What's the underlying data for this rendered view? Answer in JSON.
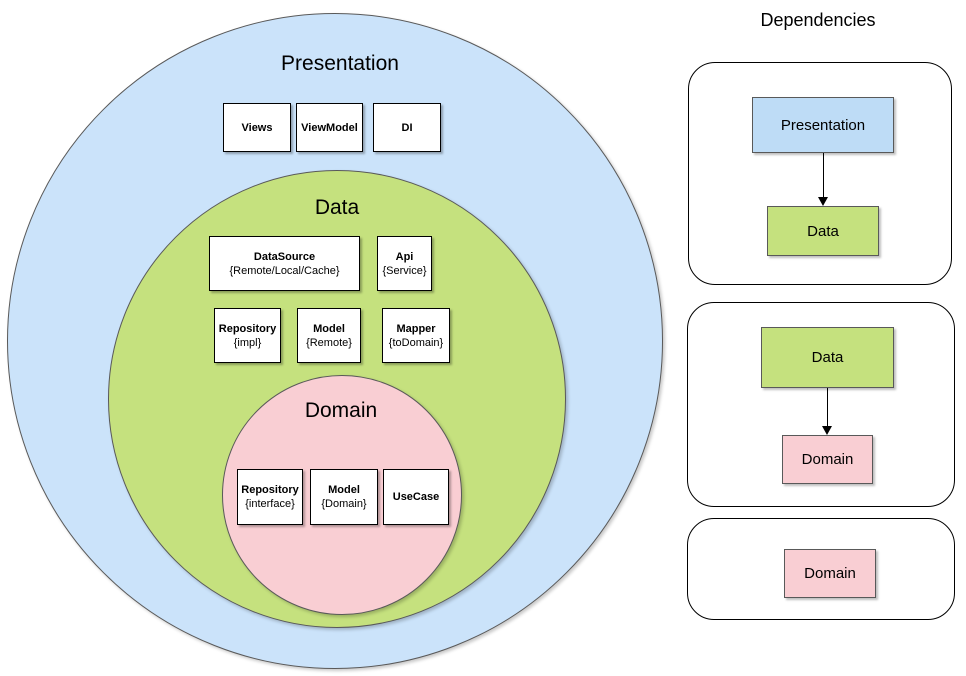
{
  "colors": {
    "presentation_layer": "#CBE3FA",
    "data_layer": "#C5E17E",
    "domain_layer": "#F9CED3",
    "dependency_presentation_box": "#BEDCF6",
    "dependency_data_box": "#C5E17E",
    "dependency_domain_box": "#F9CED3",
    "shape_border": "#595959"
  },
  "diagram": {
    "presentation": {
      "label": "Presentation",
      "boxes": [
        {
          "title": "Views"
        },
        {
          "title": "ViewModel"
        },
        {
          "title": "DI"
        }
      ]
    },
    "data": {
      "label": "Data",
      "row1": [
        {
          "title": "DataSource",
          "subtitle": "{Remote/Local/Cache}"
        },
        {
          "title": "Api",
          "subtitle": "{Service}"
        }
      ],
      "row2": [
        {
          "title": "Repository",
          "subtitle": "{impl}"
        },
        {
          "title": "Model",
          "subtitle": "{Remote}"
        },
        {
          "title": "Mapper",
          "subtitle": "{toDomain}"
        }
      ]
    },
    "domain": {
      "label": "Domain",
      "boxes": [
        {
          "title": "Repository",
          "subtitle": "{interface}"
        },
        {
          "title": "Model",
          "subtitle": "{Domain}"
        },
        {
          "title": "UseCase"
        }
      ]
    }
  },
  "dependencies": {
    "title": "Dependencies",
    "panel1": {
      "from": "Presentation",
      "to": "Data"
    },
    "panel2": {
      "from": "Data",
      "to": "Domain"
    },
    "panel3": {
      "only": "Domain"
    }
  }
}
